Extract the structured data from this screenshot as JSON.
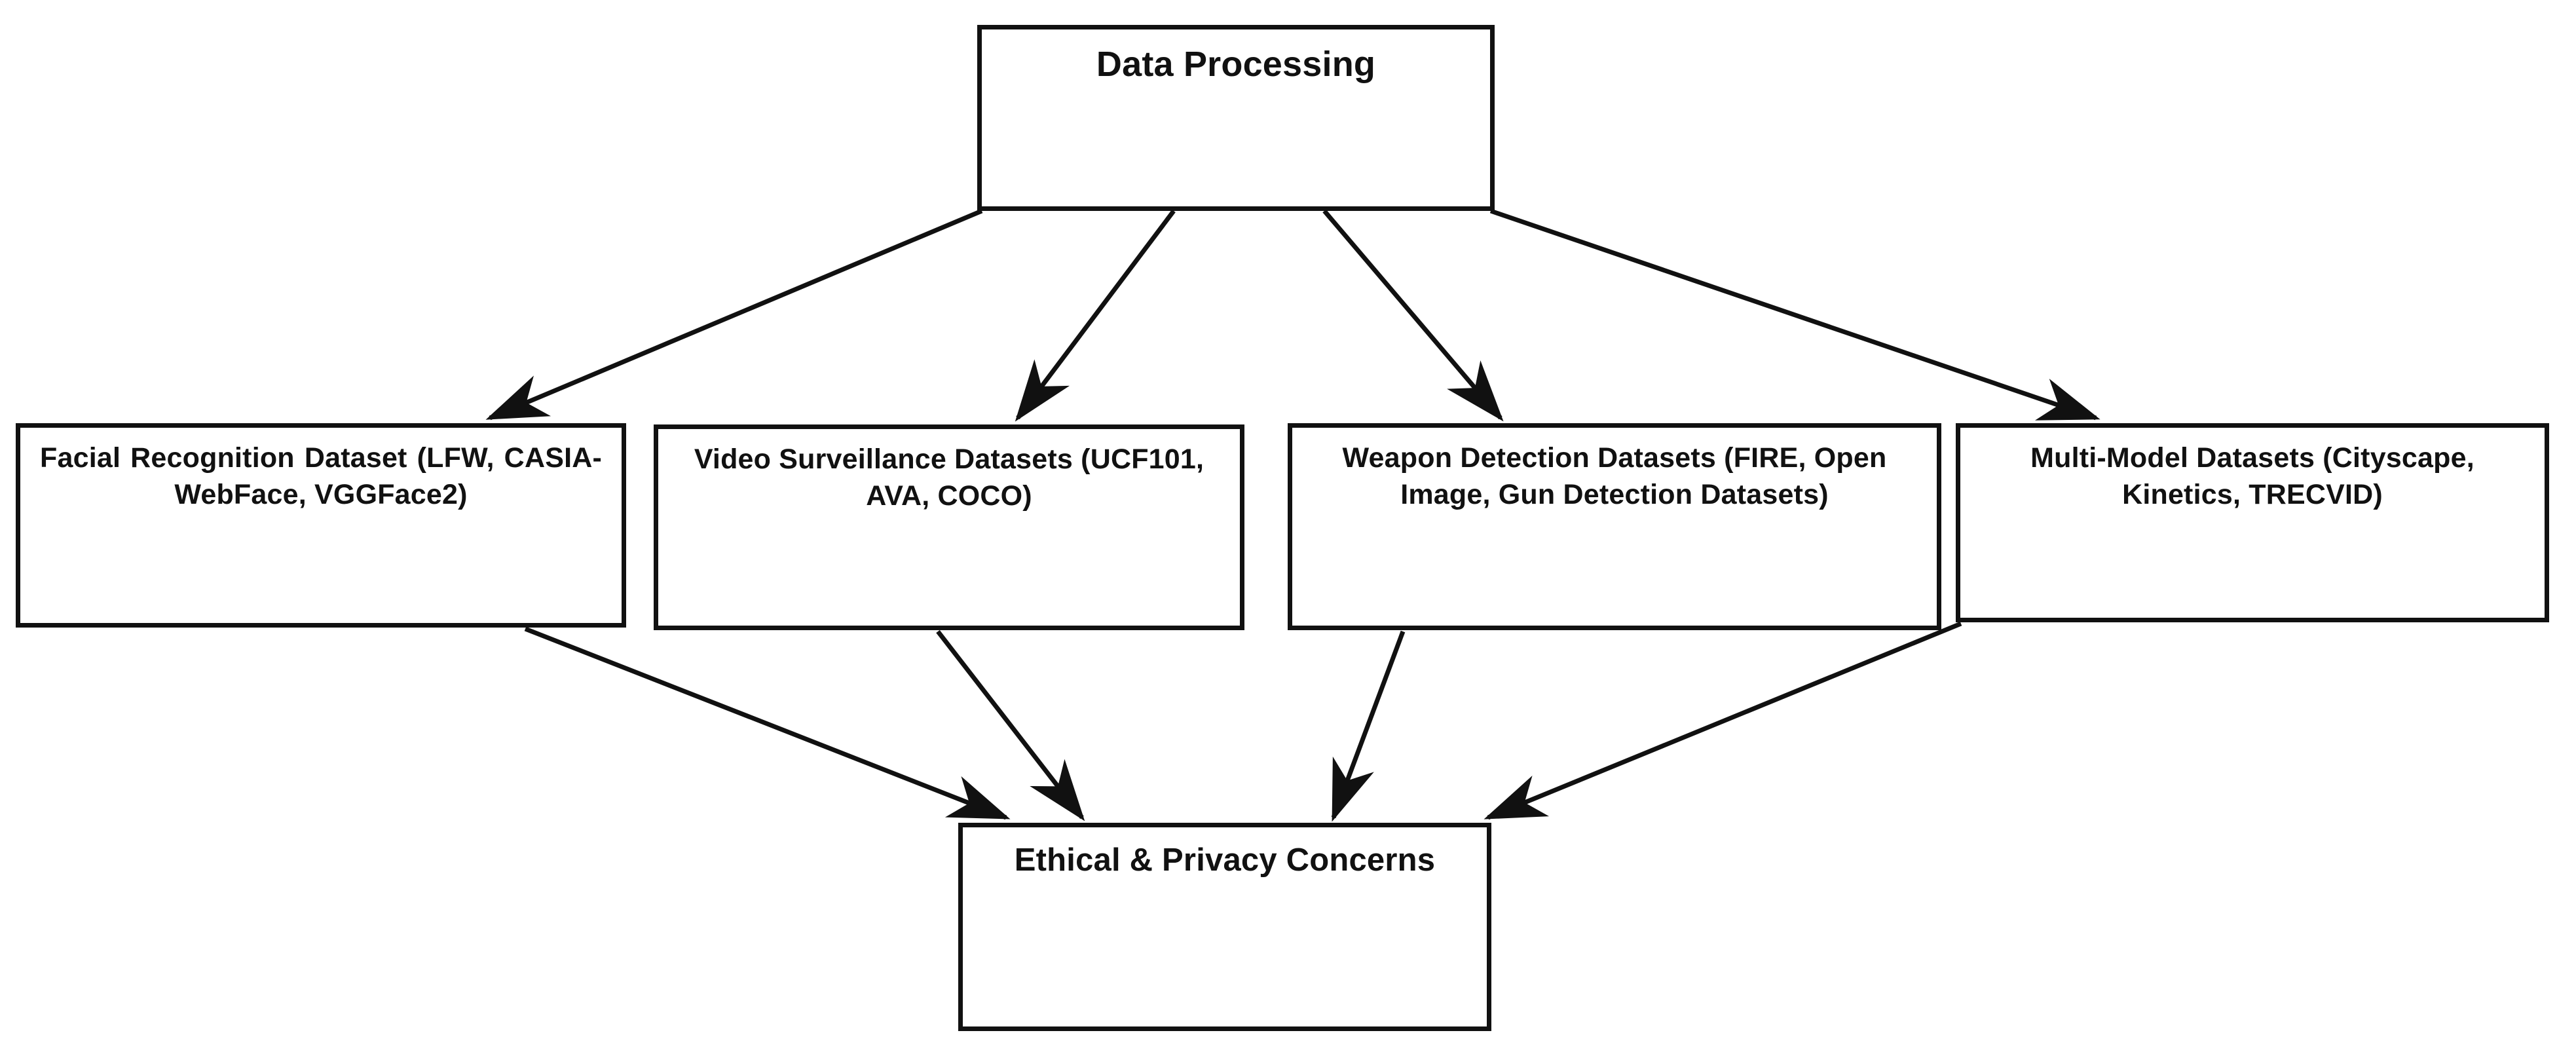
{
  "diagram": {
    "title": "Data Processing Datasets Flow Diagram",
    "background_color": "#ffffff",
    "line_color": "#111111",
    "text_color": "#111111",
    "nodes": {
      "root": {
        "id": "data-processing",
        "label": "Data Processing"
      },
      "datasets": [
        {
          "id": "facial-recognition-dataset",
          "label": "Facial Recognition Dataset    (LFW, CASIA-WebFace, VGGFace2)"
        },
        {
          "id": "video-surveillance-datasets",
          "label": "Video Surveillance Datasets (UCF101, AVA, COCO)"
        },
        {
          "id": "weapon-detection-datasets",
          "label": "Weapon Detection Datasets (FIRE, Open Image, Gun Detection Datasets)"
        },
        {
          "id": "multi-model-datasets",
          "label": "Multi-Model Datasets (Cityscape, Kinetics, TRECVID)"
        }
      ],
      "sink": {
        "id": "ethical-privacy-concerns",
        "label": "Ethical & Privacy Concerns"
      }
    },
    "edges": [
      {
        "from": "data-processing",
        "to": "facial-recognition-dataset"
      },
      {
        "from": "data-processing",
        "to": "video-surveillance-datasets"
      },
      {
        "from": "data-processing",
        "to": "weapon-detection-datasets"
      },
      {
        "from": "data-processing",
        "to": "multi-model-datasets"
      },
      {
        "from": "facial-recognition-dataset",
        "to": "ethical-privacy-concerns"
      },
      {
        "from": "video-surveillance-datasets",
        "to": "ethical-privacy-concerns"
      },
      {
        "from": "weapon-detection-datasets",
        "to": "ethical-privacy-concerns"
      },
      {
        "from": "multi-model-datasets",
        "to": "ethical-privacy-concerns"
      }
    ]
  }
}
